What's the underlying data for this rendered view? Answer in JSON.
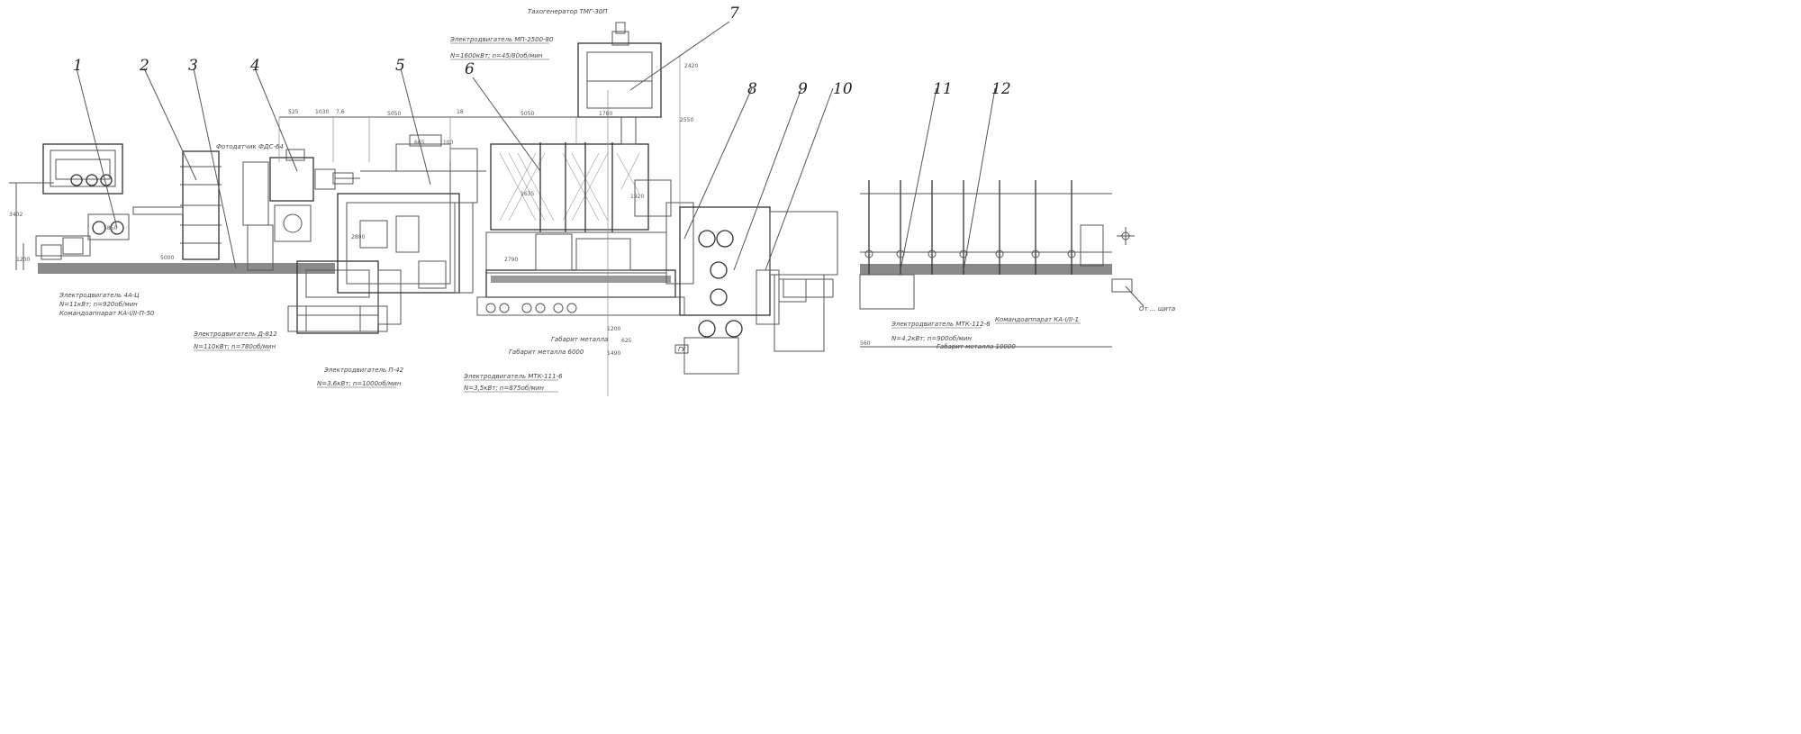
{
  "callouts": [
    "1",
    "2",
    "3",
    "4",
    "5",
    "6",
    "7",
    "8",
    "9",
    "10",
    "11",
    "12"
  ],
  "labels": {
    "tachogen_top": "Тахогенератор ТМГ-30П",
    "motor_top_name": "Электродвигатель МП-2500-80",
    "motor_top_spec": "N=1600кВт; n=45/80об/мин",
    "motor1_name": "Электродвигатель 4А-Ц",
    "motor1_spec": "N=11кВт; n=920об/мин",
    "controller1": "Командоаппарат КА-I/II-П-50",
    "flywheel": "Фотодатчик ФДС-64",
    "motor2_name": "Электродвигатель Д-812",
    "motor2_spec": "N=110кВт; n=780об/мин",
    "motor3_name": "Электродвигатель П-42",
    "motor3_spec": "N=3,6кВт; n=1000об/мин",
    "motor4_name": "Электродвигатель МТК-111-6",
    "motor4_spec": "N=3,5кВт; n=875об/мин",
    "motor5_name": "Электродвигатель МТК-112-6",
    "motor5_spec": "N=4,2кВт; n=900об/мин",
    "controller2": "Командоаппарат КА-I/II-1",
    "gabarit1": "Габарит металла 6000",
    "gabarit2": "Габарит металла 10000",
    "gabarit3": "Габарит металла",
    "gu": "ГУ",
    "to_spare": "От ... щита"
  },
  "dimensions": {
    "d1": "5850",
    "d2": "5000",
    "d3": "3402",
    "d4": "1200",
    "d5": "2800",
    "d6": "525",
    "d7": "1030",
    "d8": "7,6",
    "d9": "5050",
    "d10": "18",
    "d11": "5050",
    "d12": "1780",
    "d13": "665",
    "d14": "1100",
    "d15": "2420",
    "d16": "2550",
    "d17": "1635",
    "d18": "1920",
    "d19": "625",
    "d20": "1490",
    "d21": "2790",
    "d22": "1200",
    "d23": "560"
  }
}
